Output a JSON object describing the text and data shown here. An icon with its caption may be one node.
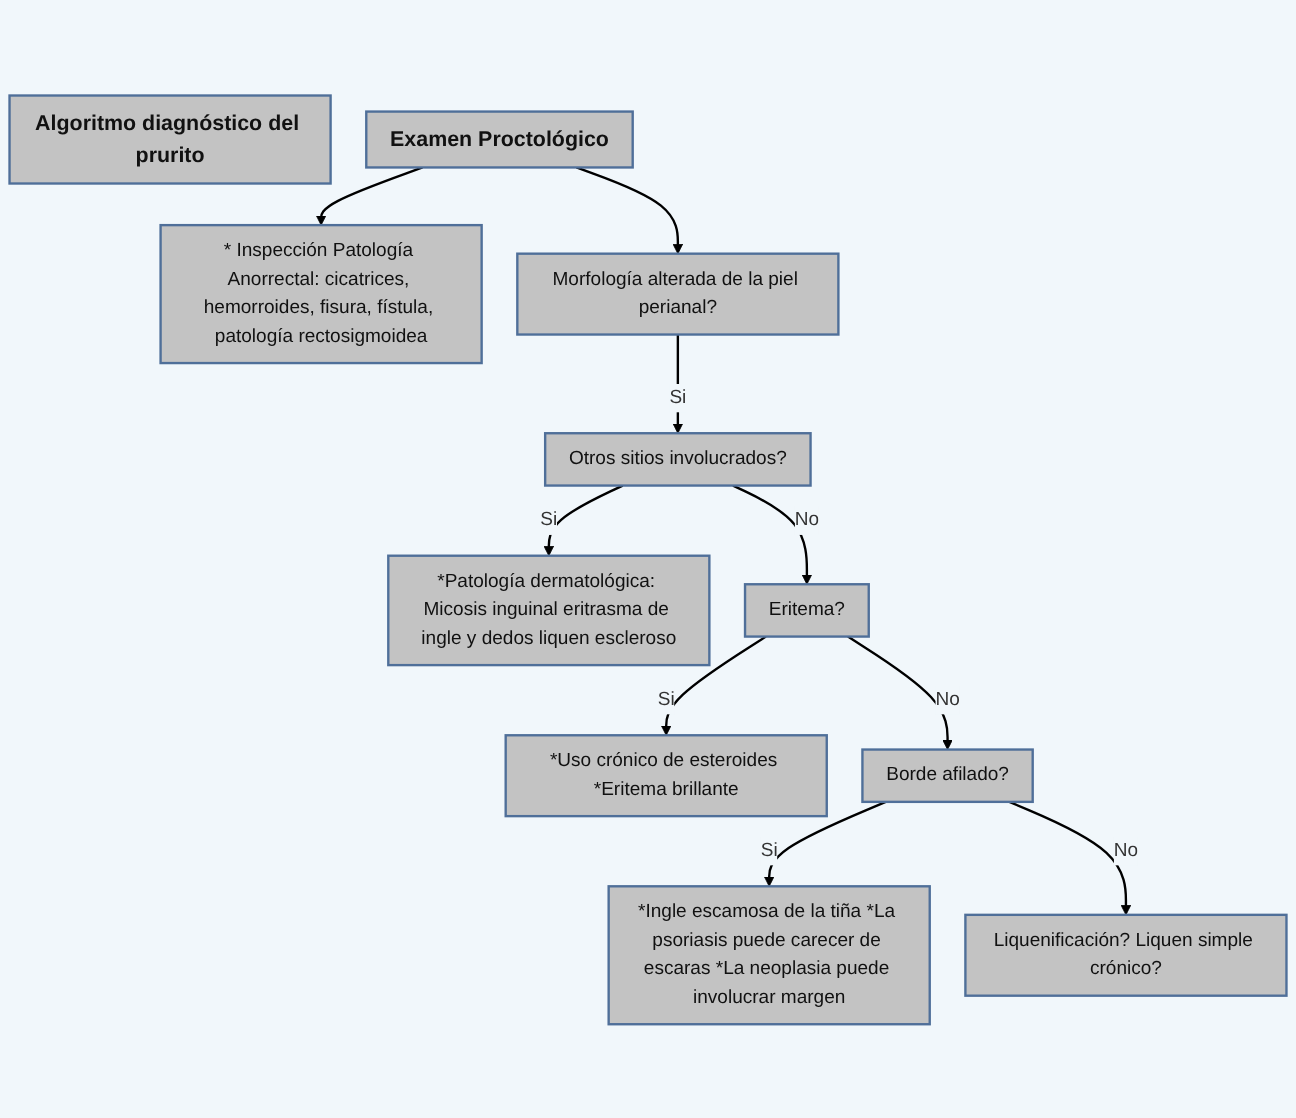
{
  "diagram": {
    "nodes": [
      {
        "text": [
          "Algoritmo diagnóstico del prurito"
        ]
      },
      {
        "text": [
          "Examen Proctológico"
        ]
      },
      {
        "text": [
          "* Inspección Patología Anorrectal: cicatrices, hemorroides, fisura, fístula, patología rectosigmoidea"
        ]
      },
      {
        "text": [
          "Morfología alterada de la piel perianal?"
        ]
      },
      {
        "text": [
          "Otros sitios involucrados?"
        ]
      },
      {
        "text": [
          "*Patología dermatológica: Micosis inguinal eritrasma de ingle y dedos liquen escleroso"
        ]
      },
      {
        "text": [
          "Eritema?"
        ]
      },
      {
        "text": [
          "*Uso crónico de esteroides *Eritema brillante"
        ]
      },
      {
        "text": [
          "Borde afilado?"
        ]
      },
      {
        "text": [
          "*Ingle escamosa de la tiña *La psoriasis puede carecer de escaras *La neoplasia puede involucrar margen"
        ]
      },
      {
        "text": [
          "Liquenificación? Liquen simple crónico?"
        ]
      }
    ],
    "edges": [
      {
        "from": 1,
        "to": 2,
        "arrow": "to"
      },
      {
        "from": 1,
        "to": 3,
        "arrow": "to"
      },
      {
        "from": 3,
        "to": 4,
        "label": "Si",
        "arrow": "to"
      },
      {
        "from": 4,
        "to": 5,
        "label": "Si",
        "arrow": "to"
      },
      {
        "from": 4,
        "to": 6,
        "label": "No",
        "arrow": "to"
      },
      {
        "from": 6,
        "to": 7,
        "label": "Si",
        "arrow": "to"
      },
      {
        "from": 6,
        "to": 8,
        "label": "No",
        "arrow": "to"
      },
      {
        "from": 8,
        "to": 9,
        "label": "Si",
        "arrow": "to"
      },
      {
        "from": 8,
        "to": 10,
        "label": "No",
        "arrow": "to"
      }
    ]
  }
}
